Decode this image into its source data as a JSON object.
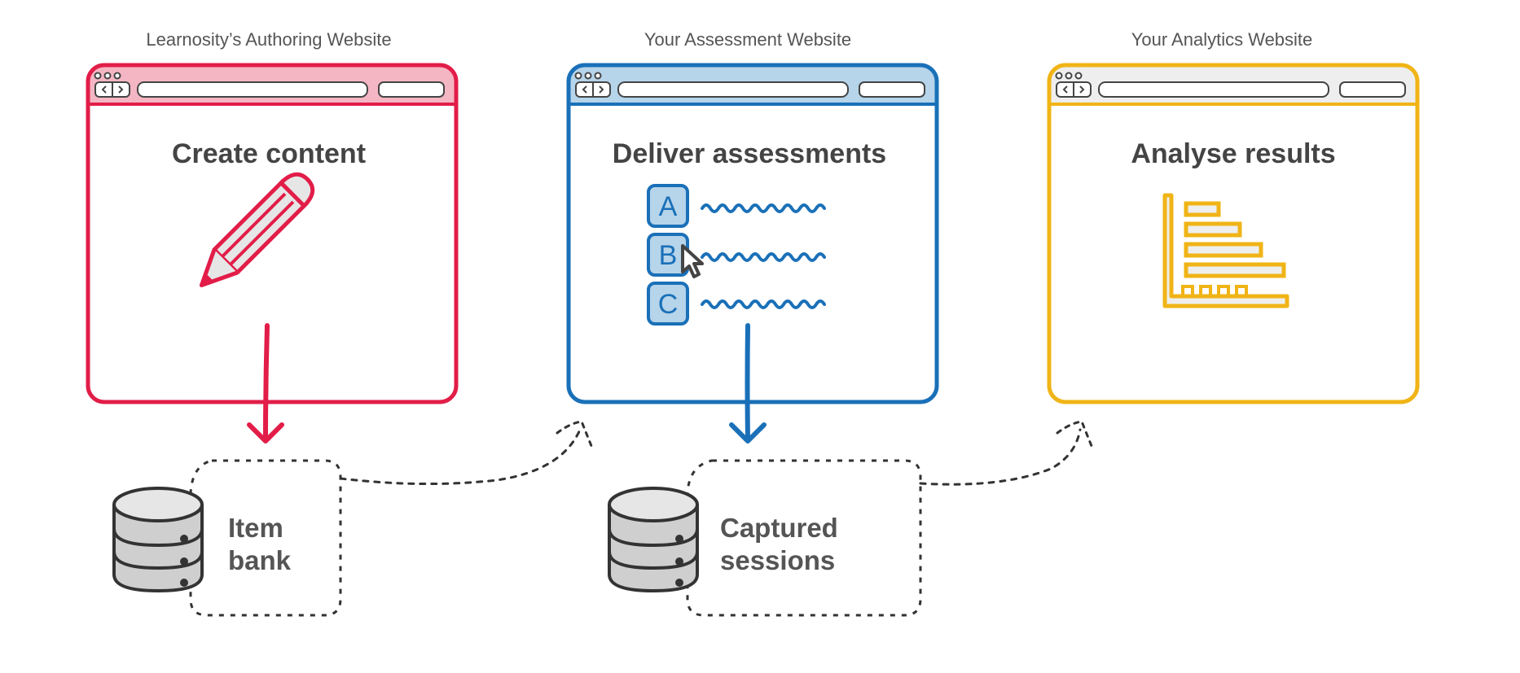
{
  "authoring": {
    "site_label": "Learnosity’s Authoring Website",
    "title": "Create content",
    "color": "#e21d48",
    "titlebar_color": "#f5b6c4"
  },
  "assessment": {
    "site_label": "Your Assessment Website",
    "title": "Deliver assessments",
    "color": "#1a70b8",
    "titlebar_color": "#b6d4ea",
    "options": [
      "A",
      "B",
      "C"
    ]
  },
  "analytics": {
    "site_label": "Your Analytics Website",
    "title": "Analyse results",
    "color": "#f0b416",
    "titlebar_color": "#eeeeee"
  },
  "item_bank": {
    "line1": "Item",
    "line2": "bank"
  },
  "captured_sessions": {
    "line1": "Captured",
    "line2": "sessions"
  },
  "icons": {
    "authoring": "pencil-icon",
    "assessment": "multiple-choice-icon",
    "analytics": "bar-chart-icon",
    "storage": "database-icon",
    "pointer": "cursor-icon"
  }
}
